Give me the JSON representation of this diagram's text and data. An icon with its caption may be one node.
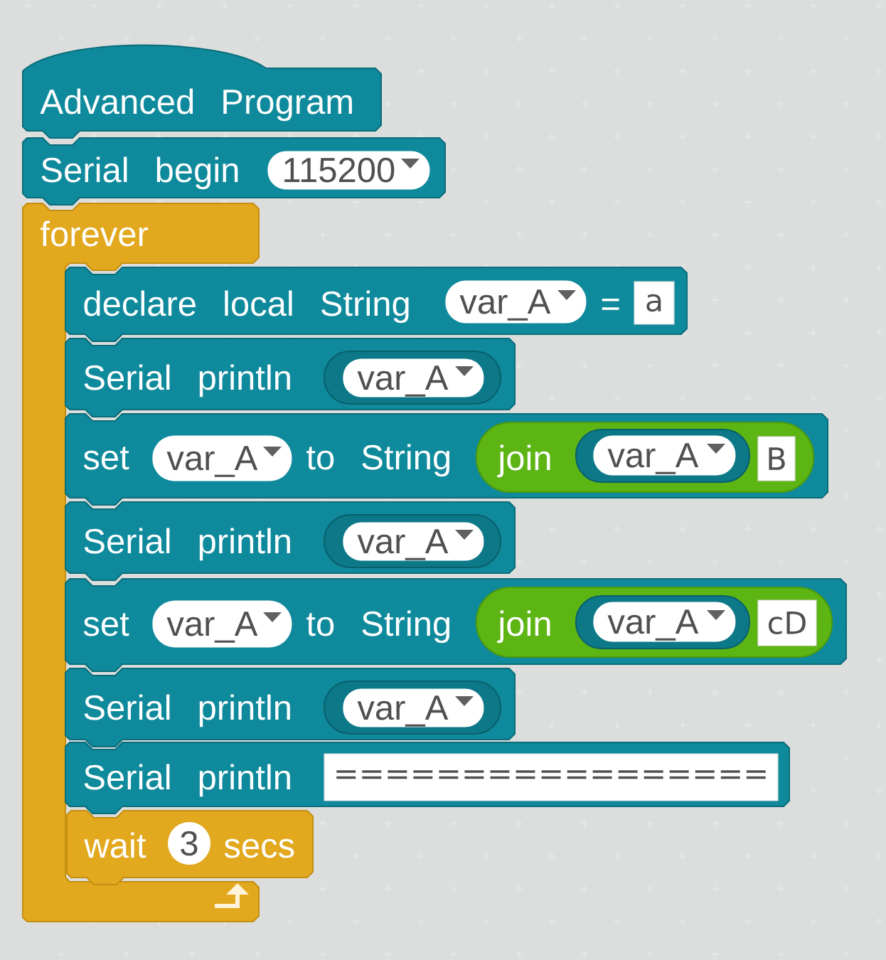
{
  "diagram": {
    "nodes": [
      {
        "text": [
          "Advanced Program"
        ]
      },
      {
        "text": [
          "Serial begin"
        ]
      },
      {
        "text": [
          "115200"
        ],
        "in": 1
      },
      {
        "text": [
          "forever"
        ]
      },
      {
        "text": [
          "declare local String",
          "="
        ]
      },
      {
        "text": [
          "var_A"
        ],
        "in": 4
      },
      {
        "text": [
          "a"
        ],
        "in": 4
      },
      {
        "text": [
          "Serial println"
        ]
      },
      {
        "text": [
          "var_A"
        ],
        "in": 7
      },
      {
        "text": [
          "set",
          "to String"
        ]
      },
      {
        "text": [
          "var_A"
        ],
        "in": 9
      },
      {
        "text": [
          "join"
        ],
        "in": 9
      },
      {
        "text": [
          "var_A"
        ],
        "in": 11
      },
      {
        "text": [
          "B"
        ],
        "in": 11
      },
      {
        "text": [
          "Serial println"
        ]
      },
      {
        "text": [
          "var_A"
        ],
        "in": 14
      },
      {
        "text": [
          "set",
          "to String"
        ]
      },
      {
        "text": [
          "var_A"
        ],
        "in": 16
      },
      {
        "text": [
          "join"
        ],
        "in": 16
      },
      {
        "text": [
          "var_A"
        ],
        "in": 18
      },
      {
        "text": [
          "cD"
        ],
        "in": 18
      },
      {
        "text": [
          "Serial println"
        ]
      },
      {
        "text": [
          "var_A"
        ],
        "in": 21
      },
      {
        "text": [
          "Serial println"
        ]
      },
      {
        "text": [
          "================="
        ],
        "in": 23
      },
      {
        "text": [
          "wait",
          "secs"
        ]
      },
      {
        "text": [
          "3"
        ],
        "in": 25
      }
    ]
  }
}
